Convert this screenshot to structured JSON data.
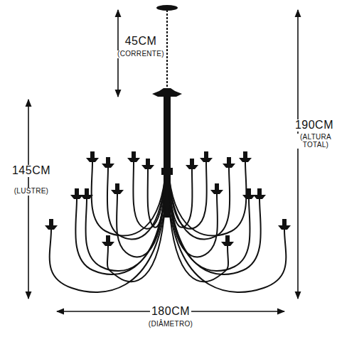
{
  "diagram": {
    "labels": [
      "45CM",
      "(CORRENTE)",
      "190CM",
      "(ALTURA TOTAL)",
      "145CM",
      "(LUSTRE)",
      "180CM",
      "(DIÂMETRO)"
    ]
  }
}
